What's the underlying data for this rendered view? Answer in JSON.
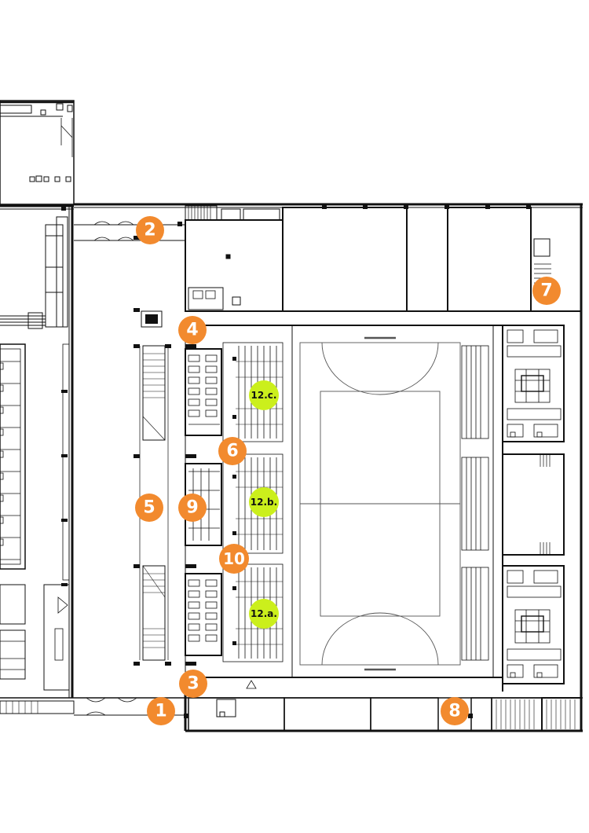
{
  "colors": {
    "marker": "#f28a2e",
    "zone": "#cbef1c",
    "wall": "#111111",
    "line": "#555555",
    "background": "#ffffff"
  },
  "markers": [
    {
      "id": "m1",
      "label": "1"
    },
    {
      "id": "m2",
      "label": "2"
    },
    {
      "id": "m3",
      "label": "3"
    },
    {
      "id": "m4",
      "label": "4"
    },
    {
      "id": "m5",
      "label": "5"
    },
    {
      "id": "m6",
      "label": "6"
    },
    {
      "id": "m7",
      "label": "7"
    },
    {
      "id": "m8",
      "label": "8"
    },
    {
      "id": "m9",
      "label": "9"
    },
    {
      "id": "m10",
      "label": "10"
    }
  ],
  "zones": [
    {
      "id": "z12a",
      "label": "12.a."
    },
    {
      "id": "z12b",
      "label": "12.b."
    },
    {
      "id": "z12c",
      "label": "12.c."
    }
  ]
}
